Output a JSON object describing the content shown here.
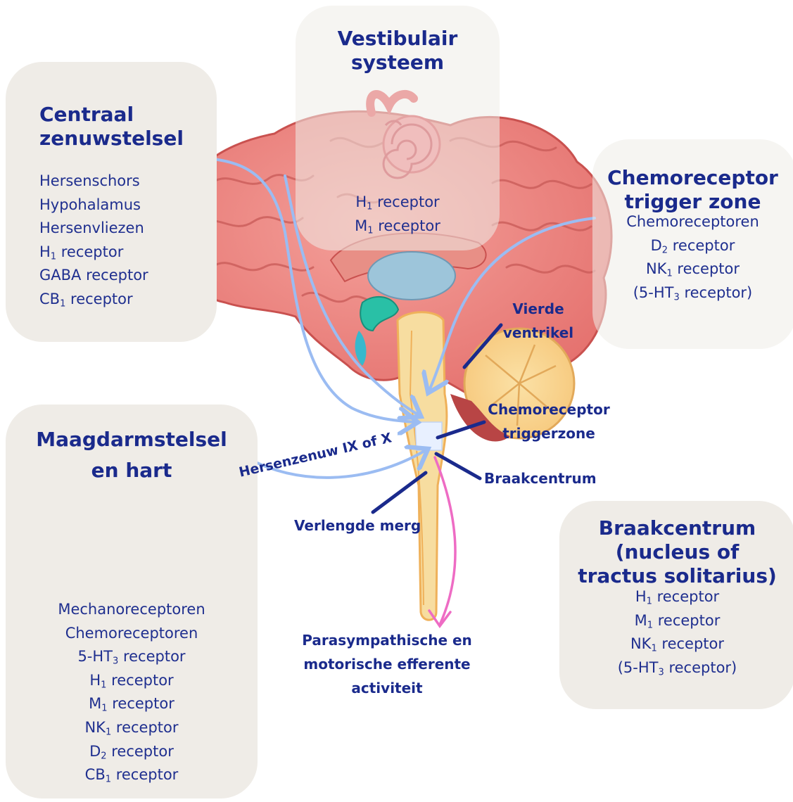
{
  "panels": {
    "czs": {
      "title": [
        "Centraal",
        "zenuwstelsel"
      ],
      "items": [
        "Hersenschors",
        "Hypohalamus",
        "Hersenvliezen",
        "H1 receptor",
        "GABA receptor",
        "CB1 receptor"
      ]
    },
    "vestibular": {
      "title": [
        "Vestibulair",
        "systeem"
      ],
      "items": [
        "H1 receptor",
        "M1 receptor"
      ]
    },
    "ctz": {
      "title": [
        "Chemoreceptor",
        "trigger zone"
      ],
      "items": [
        "Chemoreceptoren",
        "D2 receptor",
        "NK1 receptor",
        "(5-HT3 receptor)"
      ]
    },
    "gut": {
      "title": [
        "Maagdarmstelsel",
        "en hart"
      ],
      "items": [
        "Mechanoreceptoren",
        "Chemoreceptoren",
        "5-HT3 receptor",
        "H1 receptor",
        "M1 receptor",
        "NK1 receptor",
        "D2 receptor",
        "CB1 receptor"
      ]
    },
    "vomit": {
      "title": [
        "Braakcentrum",
        "(nucleus of",
        "tractus solitarius)"
      ],
      "items": [
        "H1 receptor",
        "M1 receptor",
        "NK1 receptor",
        "(5-HT3 receptor)"
      ]
    }
  },
  "labels": {
    "vierde": [
      "Vierde",
      "ventrikel"
    ],
    "ctz_label": [
      "Chemoreceptor",
      "triggerzone"
    ],
    "braakcentrum": "Braakcentrum",
    "verlengde": "Verlengde merg",
    "hersenzenuw": "Hersenzenuw IX of X",
    "efferent": [
      "Parasympathische en",
      "motorische efferente",
      "activiteit"
    ]
  },
  "colors": {
    "panel_bg": "#efece7",
    "heading": "#1a2a8c",
    "arrow_blue": "#9bbcf2",
    "arrow_pink": "#ee6cc4",
    "pointer": "#1a2a8c"
  },
  "icons": [
    "brain-illustration",
    "inner-ear-icon",
    "heart-icon",
    "stomach-icon"
  ]
}
